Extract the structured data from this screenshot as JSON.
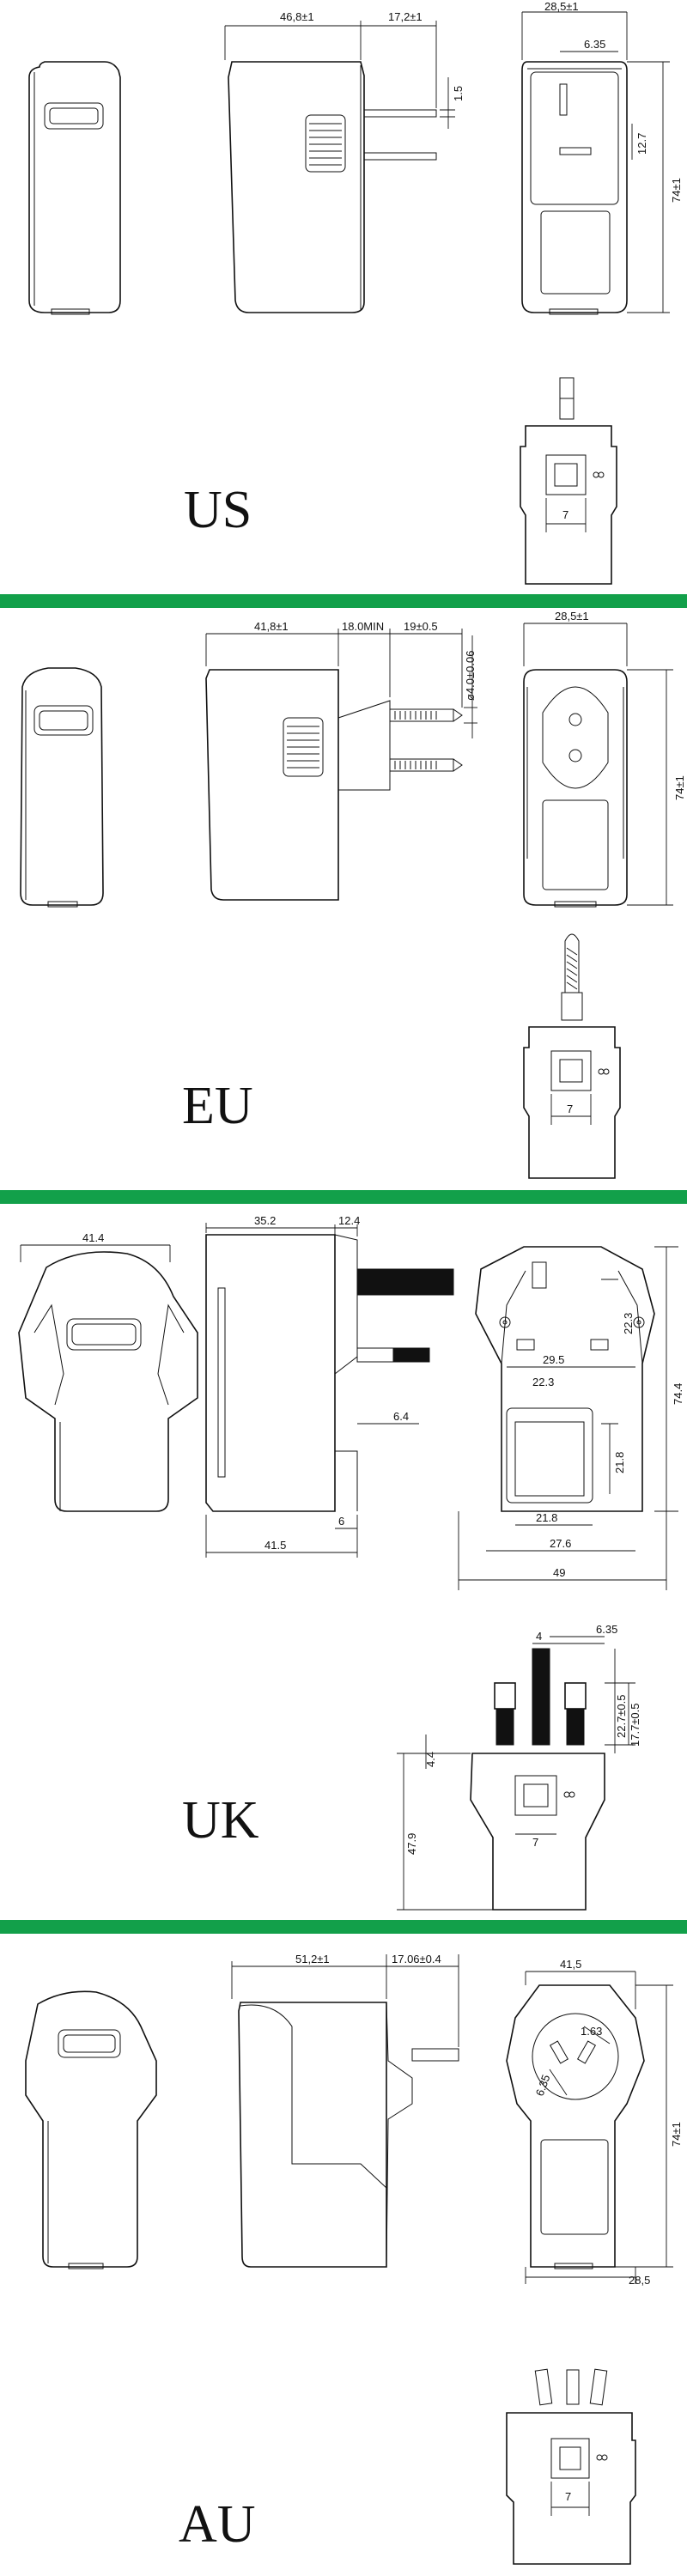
{
  "colors": {
    "divider": "#12a04a",
    "line": "#111111",
    "background": "#ffffff"
  },
  "sections": [
    {
      "label": "US",
      "dims": {
        "length": "46,8±1",
        "pin": "17,2±1",
        "pin_gap": "1.5",
        "width": "28,5±1",
        "pin_pitch": "6.35",
        "pin_len": "12.7",
        "height": "74±1",
        "led": "7"
      }
    },
    {
      "label": "EU",
      "dims": {
        "length": "41,8±1",
        "min": "18.0MIN",
        "pin": "19±0.5",
        "dia": "ø4.0±0.06",
        "width": "28,5±1",
        "height": "74±1",
        "led": "7"
      }
    },
    {
      "label": "UK",
      "dims": {
        "width_front": "41.4",
        "top_a": "35.2",
        "top_b": "12.4",
        "pin_w": "6.4",
        "bottom_a": "6",
        "bottom_b": "41.5",
        "pitch": "29.5",
        "h_top": "22.3",
        "inner_w": "22.3",
        "inner_h": "21.8",
        "inner_w2": "21.8",
        "w2": "27.6",
        "w3": "49",
        "h_total": "74.4",
        "pin_a": "4",
        "pin_b": "6.35",
        "pin_c": "17.7±0.5",
        "pin_d": "22.7±0.5",
        "side": "4.4",
        "h_side": "47.9",
        "led": "7"
      }
    },
    {
      "label": "AU",
      "dims": {
        "length": "51,2±1",
        "pin": "17.06±0.4",
        "width": "41,5",
        "angle_a": "1.63",
        "angle_b": "6.35",
        "height": "74±1",
        "depth": "28,5",
        "led": "7"
      }
    }
  ]
}
